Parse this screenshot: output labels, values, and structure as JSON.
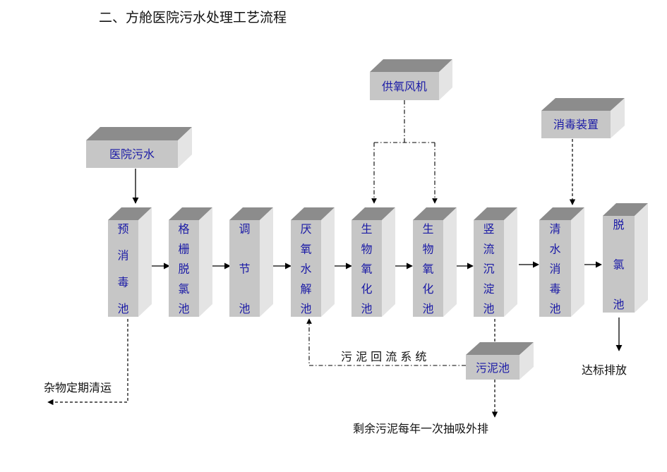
{
  "title": "二、方舱医院污水处理工艺流程",
  "inputs": {
    "wastewater": "医院污水",
    "blower": "供氧风机",
    "disinfection_device": "消毒装置"
  },
  "stages": [
    {
      "id": "pre-disinfection-tank",
      "label": "预消毒池"
    },
    {
      "id": "grille-dechlorination-tank",
      "label": "格栅脱氯池"
    },
    {
      "id": "regulating-tank",
      "label": "调节池"
    },
    {
      "id": "anaerobic-hydrolysis-tank",
      "label": "厌氧水解池"
    },
    {
      "id": "bio-oxidation-tank-1",
      "label": "生物氧化池"
    },
    {
      "id": "bio-oxidation-tank-2",
      "label": "生物氧化池"
    },
    {
      "id": "vertical-settling-tank",
      "label": "竖流沉淀池"
    },
    {
      "id": "clear-water-disinfection-tank",
      "label": "清水消毒池"
    },
    {
      "id": "dechlorination-tank",
      "label": "脱氯池"
    }
  ],
  "sludge_tank": "污泥池",
  "sludge_return": "污 泥 回 流 系 统",
  "outputs": {
    "debris": "杂物定期清运",
    "discharge": "达标排放",
    "sludge_disposal": "剩余污泥每年一次抽吸外排"
  },
  "colors": {
    "box_text": "#1a1aa6",
    "box_front": "#c6c6c6",
    "box_top": "#8c8c8c",
    "box_side": "#e4e4e4"
  }
}
